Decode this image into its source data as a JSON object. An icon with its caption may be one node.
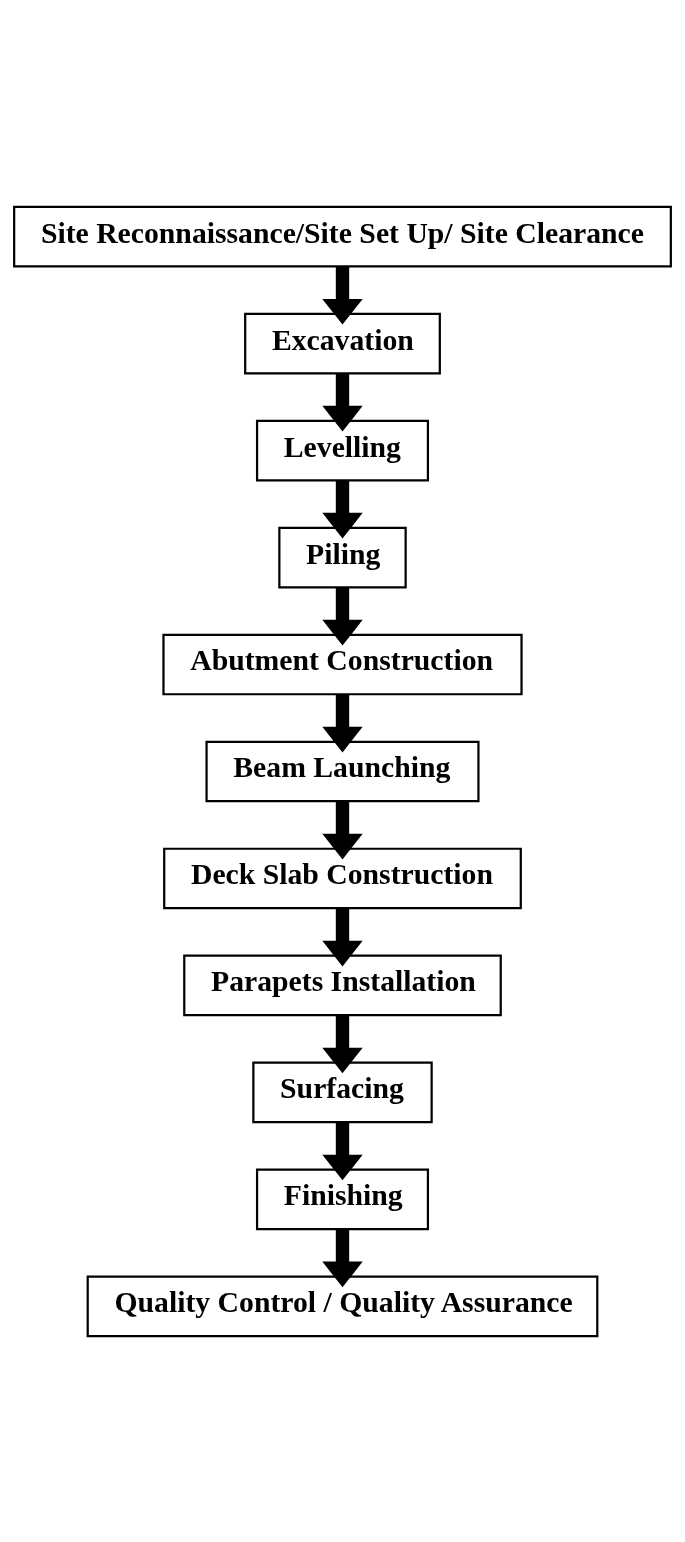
{
  "diagram": {
    "nodes": [
      {
        "text": [
          "Site Reconnaissance/Site Set Up/ Site Clearance"
        ]
      },
      {
        "text": [
          "Excavation"
        ]
      },
      {
        "text": [
          "Levelling"
        ]
      },
      {
        "text": [
          "Piling"
        ]
      },
      {
        "text": [
          "Abutment Construction"
        ]
      },
      {
        "text": [
          "Beam Launching"
        ]
      },
      {
        "text": [
          "Deck Slab Construction"
        ]
      },
      {
        "text": [
          "Parapets Installation"
        ]
      },
      {
        "text": [
          "Surfacing"
        ]
      },
      {
        "text": [
          "Finishing"
        ]
      },
      {
        "text": [
          "Quality Control / Quality Assurance"
        ]
      }
    ],
    "edges": [
      {
        "from": 0,
        "to": 1,
        "arrow": "to"
      },
      {
        "from": 1,
        "to": 2,
        "arrow": "to"
      },
      {
        "from": 2,
        "to": 3,
        "arrow": "to"
      },
      {
        "from": 3,
        "to": 4,
        "arrow": "to"
      },
      {
        "from": 4,
        "to": 5,
        "arrow": "to"
      },
      {
        "from": 5,
        "to": 6,
        "arrow": "to"
      },
      {
        "from": 6,
        "to": 7,
        "arrow": "to"
      },
      {
        "from": 7,
        "to": 8,
        "arrow": "to"
      },
      {
        "from": 8,
        "to": 9,
        "arrow": "to"
      },
      {
        "from": 9,
        "to": 10,
        "arrow": "to"
      }
    ]
  }
}
